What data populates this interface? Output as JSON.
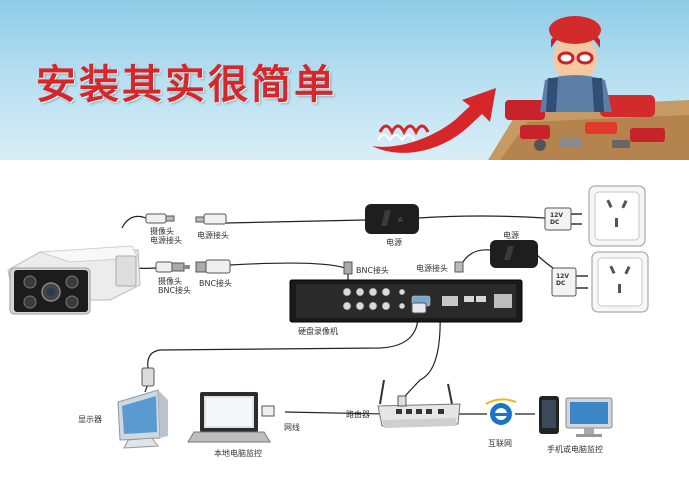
{
  "banner": {
    "title": "安装其实很简单"
  },
  "labels": {
    "camera_tail_top": "摄像头\n电源接头",
    "power_plug_label": "电源接头",
    "camera_tail_bottom": "摄像头\nBNC接头",
    "bnc_plug_label": "BNC接头",
    "adapter_top": "电源",
    "adapter_right_top": "电源",
    "dvr_bnc": "BNC接头",
    "dvr_power": "电源接头",
    "dvr": "硬盘录像机",
    "monitor": "显示器",
    "local_pc": "本地电脑监控",
    "lan_cable": "网线",
    "router": "路由器",
    "internet": "互联网",
    "mobile": "手机或电脑监控",
    "plug_voltage_1": "12V\nDC",
    "plug_voltage_2": "12V\nDC"
  },
  "colors": {
    "title_red": "#d7262a",
    "banner_blue": "#8ecce6",
    "wire": "#222222",
    "device_dark": "#1e1e1e",
    "ie_blue": "#1a74c9"
  },
  "icons": [
    "camera-icon",
    "power-adapter-icon",
    "socket-icon",
    "dvr-icon",
    "monitor-icon",
    "laptop-icon",
    "router-icon",
    "internet-explorer-icon",
    "phone-icon",
    "desktop-monitor-icon",
    "red-arrow-icon",
    "child-photo"
  ]
}
